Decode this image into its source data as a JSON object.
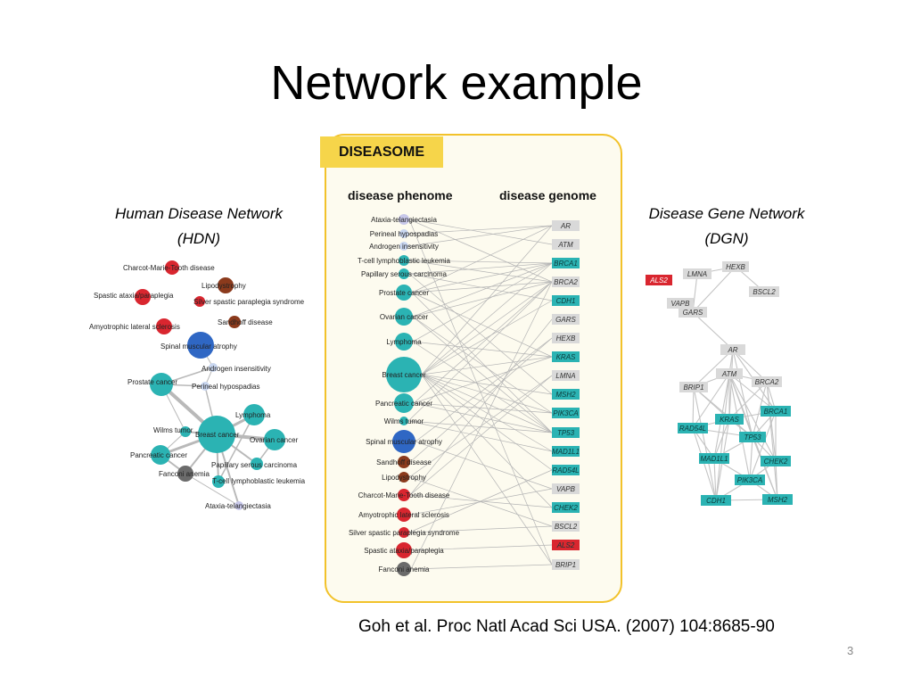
{
  "slide": {
    "title": "Network example",
    "citation": "Goh et al. Proc Natl Acad Sci USA. (2007) 104:8685-90",
    "page_number": "3"
  },
  "hdn": {
    "title_line1": "Human Disease Network",
    "title_line2": "(HDN)",
    "nodes": [
      {
        "label": "Charcot-Marie-Tooth disease",
        "color": "#d9262f"
      },
      {
        "label": "Lipodystrophy",
        "color": "#8b3a1c"
      },
      {
        "label": "Spastic ataxia/paraplegia",
        "color": "#d9262f"
      },
      {
        "label": "Silver spastic paraplegia syndrome",
        "color": "#d9262f"
      },
      {
        "label": "Sandhoff disease",
        "color": "#8b3a1c"
      },
      {
        "label": "Amyotrophic lateral sclerosis",
        "color": "#d9262f"
      },
      {
        "label": "Spinal muscular atrophy",
        "color": "#2f67c4"
      },
      {
        "label": "Androgen insensitivity",
        "color": "#c8d6f0"
      },
      {
        "label": "Prostate cancer",
        "color": "#2bb3b3"
      },
      {
        "label": "Perineal hypospadias",
        "color": "#c8d6f0"
      },
      {
        "label": "Lymphoma",
        "color": "#2bb3b3"
      },
      {
        "label": "Wilms tumor",
        "color": "#2bb3b3"
      },
      {
        "label": "Breast cancer",
        "color": "#2bb3b3"
      },
      {
        "label": "Ovarian cancer",
        "color": "#2bb3b3"
      },
      {
        "label": "Pancreatic cancer",
        "color": "#2bb3b3"
      },
      {
        "label": "Papillary serous carcinoma",
        "color": "#2bb3b3"
      },
      {
        "label": "Fanconi anemia",
        "color": "#6b6b6b"
      },
      {
        "label": "T-cell lymphoblastic leukemia",
        "color": "#2bb3b3"
      },
      {
        "label": "Ataxia-telangiectasia",
        "color": "#c8c8ea"
      }
    ]
  },
  "diseasome": {
    "badge": "DISEASOME",
    "phenome_header": "disease phenome",
    "genome_header": "disease genome",
    "phenome": [
      {
        "label": "Ataxia-telangiectasia",
        "color": "#c8c8ea"
      },
      {
        "label": "Perineal hypospadias",
        "color": "#c8d6f0"
      },
      {
        "label": "Androgen insensitivity",
        "color": "#c8d6f0"
      },
      {
        "label": "T-cell lymphoblastic leukemia",
        "color": "#2bb3b3"
      },
      {
        "label": "Papillary serous carcinoma",
        "color": "#2bb3b3"
      },
      {
        "label": "Prostate cancer",
        "color": "#2bb3b3"
      },
      {
        "label": "Ovarian cancer",
        "color": "#2bb3b3"
      },
      {
        "label": "Lymphoma",
        "color": "#2bb3b3"
      },
      {
        "label": "Breast cancer",
        "color": "#2bb3b3"
      },
      {
        "label": "Pancreatic cancer",
        "color": "#2bb3b3"
      },
      {
        "label": "Wilms tumor",
        "color": "#2bb3b3"
      },
      {
        "label": "Spinal muscular atrophy",
        "color": "#2f67c4"
      },
      {
        "label": "Sandhoff disease",
        "color": "#8b3a1c"
      },
      {
        "label": "Lipodystrophy",
        "color": "#8b3a1c"
      },
      {
        "label": "Charcot-Marie-Tooth disease",
        "color": "#d9262f"
      },
      {
        "label": "Amyotrophic lateral sclerosis",
        "color": "#d9262f"
      },
      {
        "label": "Silver spastic paraplegia syndrome",
        "color": "#d9262f"
      },
      {
        "label": "Spastic ataxia/paraplegia",
        "color": "#d9262f"
      },
      {
        "label": "Fanconi anemia",
        "color": "#6b6b6b"
      }
    ],
    "genome": [
      {
        "label": "AR",
        "color": "#d9d9d9"
      },
      {
        "label": "ATM",
        "color": "#d9d9d9"
      },
      {
        "label": "BRCA1",
        "color": "#2bb3b3"
      },
      {
        "label": "BRCA2",
        "color": "#d9d9d9"
      },
      {
        "label": "CDH1",
        "color": "#2bb3b3"
      },
      {
        "label": "GARS",
        "color": "#d9d9d9"
      },
      {
        "label": "HEXB",
        "color": "#d9d9d9"
      },
      {
        "label": "KRAS",
        "color": "#2bb3b3"
      },
      {
        "label": "LMNA",
        "color": "#d9d9d9"
      },
      {
        "label": "MSH2",
        "color": "#2bb3b3"
      },
      {
        "label": "PIK3CA",
        "color": "#2bb3b3"
      },
      {
        "label": "TP53",
        "color": "#2bb3b3"
      },
      {
        "label": "MAD1L1",
        "color": "#2bb3b3"
      },
      {
        "label": "RAD54L",
        "color": "#2bb3b3"
      },
      {
        "label": "VAPB",
        "color": "#d9d9d9"
      },
      {
        "label": "CHEK2",
        "color": "#2bb3b3"
      },
      {
        "label": "BSCL2",
        "color": "#d9d9d9"
      },
      {
        "label": "ALS2",
        "color": "#d9262f"
      },
      {
        "label": "BRIP1",
        "color": "#d9d9d9"
      }
    ]
  },
  "dgn": {
    "title_line1": "Disease Gene Network",
    "title_line2": "(DGN)",
    "genes": [
      {
        "label": "HEXB",
        "color": "#d9d9d9"
      },
      {
        "label": "ALS2",
        "color": "#d9262f"
      },
      {
        "label": "LMNA",
        "color": "#d9d9d9"
      },
      {
        "label": "BSCL2",
        "color": "#d9d9d9"
      },
      {
        "label": "VAPB",
        "color": "#d9d9d9"
      },
      {
        "label": "GARS",
        "color": "#d9d9d9"
      },
      {
        "label": "AR",
        "color": "#d9d9d9"
      },
      {
        "label": "ATM",
        "color": "#d9d9d9"
      },
      {
        "label": "BRIP1",
        "color": "#d9d9d9"
      },
      {
        "label": "BRCA2",
        "color": "#d9d9d9"
      },
      {
        "label": "BRCA1",
        "color": "#2bb3b3"
      },
      {
        "label": "KRAS",
        "color": "#2bb3b3"
      },
      {
        "label": "RAD54L",
        "color": "#2bb3b3"
      },
      {
        "label": "TP53",
        "color": "#2bb3b3"
      },
      {
        "label": "MAD1L1",
        "color": "#2bb3b3"
      },
      {
        "label": "CHEK2",
        "color": "#2bb3b3"
      },
      {
        "label": "PIK3CA",
        "color": "#2bb3b3"
      },
      {
        "label": "CDH1",
        "color": "#2bb3b3"
      },
      {
        "label": "MSH2",
        "color": "#2bb3b3"
      }
    ]
  }
}
